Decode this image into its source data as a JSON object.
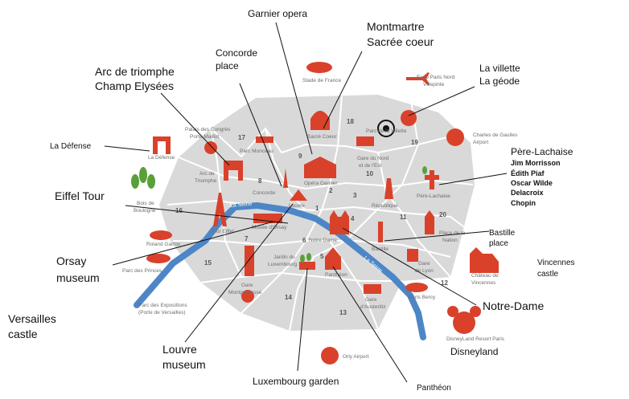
{
  "map": {
    "arrondissements": [
      "1",
      "2",
      "3",
      "4",
      "5",
      "6",
      "7",
      "8",
      "9",
      "10",
      "11",
      "12",
      "13",
      "14",
      "15",
      "16",
      "17",
      "18",
      "19",
      "20"
    ],
    "river_label": "La Seine",
    "river_label_2": "La Seine",
    "places": {
      "stade_de_france": "Stade de France",
      "sacre_coeur": "Sacré Coeur",
      "expo_paris_nord_1": "Expo Paris Nord",
      "expo_paris_nord_2": "Villepinte",
      "parc_villette": "Parc de la Villette",
      "charles_de_gaulle_1": "Charles de Gaulles",
      "charles_de_gaulle_2": "Airport",
      "palais_congres_1": "Palais des Congrès",
      "palais_congres_2": "Porte Maillot",
      "parc_monceau": "Parc Monceau",
      "la_defense": "La Défense",
      "arc_1": "Arc de",
      "arc_2": "Triomphe",
      "opera_garnier": "Opéra Garnier",
      "gare_nord_1": "Gare du Nord",
      "gare_nord_2": "et de l'Est",
      "concorde": "Concorde",
      "republique": "République",
      "pere_lachaise": "Père-Lachaise",
      "bois_boulogne_1": "Bois de",
      "bois_boulogne_2": "Boulogne",
      "louvre": "Louvre",
      "tour_eiffel": "Tour Eiffel",
      "musee_orsay": "Musée d'Orsay",
      "notre_dame": "Notre Dame",
      "place_nation_1": "Place de la",
      "place_nation_2": "Nation",
      "bastille": "Bastille",
      "roland_garros": "Roland Garros",
      "jardin_lux_1": "Jardin du",
      "jardin_lux_2": "Luxembourg",
      "parc_princes": "Parc des Princes",
      "gare_lyon_1": "Gare",
      "gare_lyon_2": "de Lyon",
      "chateau_vincennes_1": "Château de",
      "chateau_vincennes_2": "Vincennes",
      "gare_montparnasse_1": "Gare",
      "gare_montparnasse_2": "Montparnasse",
      "pantheon": "Panthéon",
      "gare_austerlitz_1": "Gare",
      "gare_austerlitz_2": "d'Austerlitz",
      "paris_bercy": "Paris Bercy",
      "parc_expositions_1": "Parc des Expositions",
      "parc_expositions_2": "(Porte de Versailles)",
      "disneyland_resort": "DisneyLand Resort Paris",
      "orly_airport": "Orly Airport"
    },
    "annotations": {
      "garnier_opera": "Garnier opera",
      "montmartre": "Montmartre",
      "sacree_coeur": "Sacrée coeur",
      "concorde_1": "Concorde",
      "concorde_2": "place",
      "arc_1": "Arc de triomphe",
      "arc_2": "Champ Elysées",
      "villette_1": "La villette",
      "villette_2": "La géode",
      "la_defense": "La Défense",
      "pere_lachaise": "Père-Lachaise",
      "jim_morrisson": "Jim Morrisson",
      "edith_piaf": "Édith Piaf",
      "oscar_wilde": "Oscar Wilde",
      "delacroix": "Delacroix",
      "chopin": "Chopin",
      "eiffel_tour": "Eiffel Tour",
      "bastille_1": "Bastille",
      "bastille_2": "place",
      "orsay_1": "Orsay",
      "orsay_2": "museum",
      "vincennes_1": "Vincennes",
      "vincennes_2": "castle",
      "versailles_1": "Versailles",
      "versailles_2": "castle",
      "notre_dame": "Notre-Dame",
      "disneyland": "Disneyland",
      "louvre_1": "Louvre",
      "louvre_2": "museum",
      "luxembourg": "Luxembourg garden",
      "pantheon": "Panthéon"
    },
    "colors": {
      "city": "#d9d9d9",
      "river": "#4d86c6",
      "accent": "#d9412b"
    }
  }
}
